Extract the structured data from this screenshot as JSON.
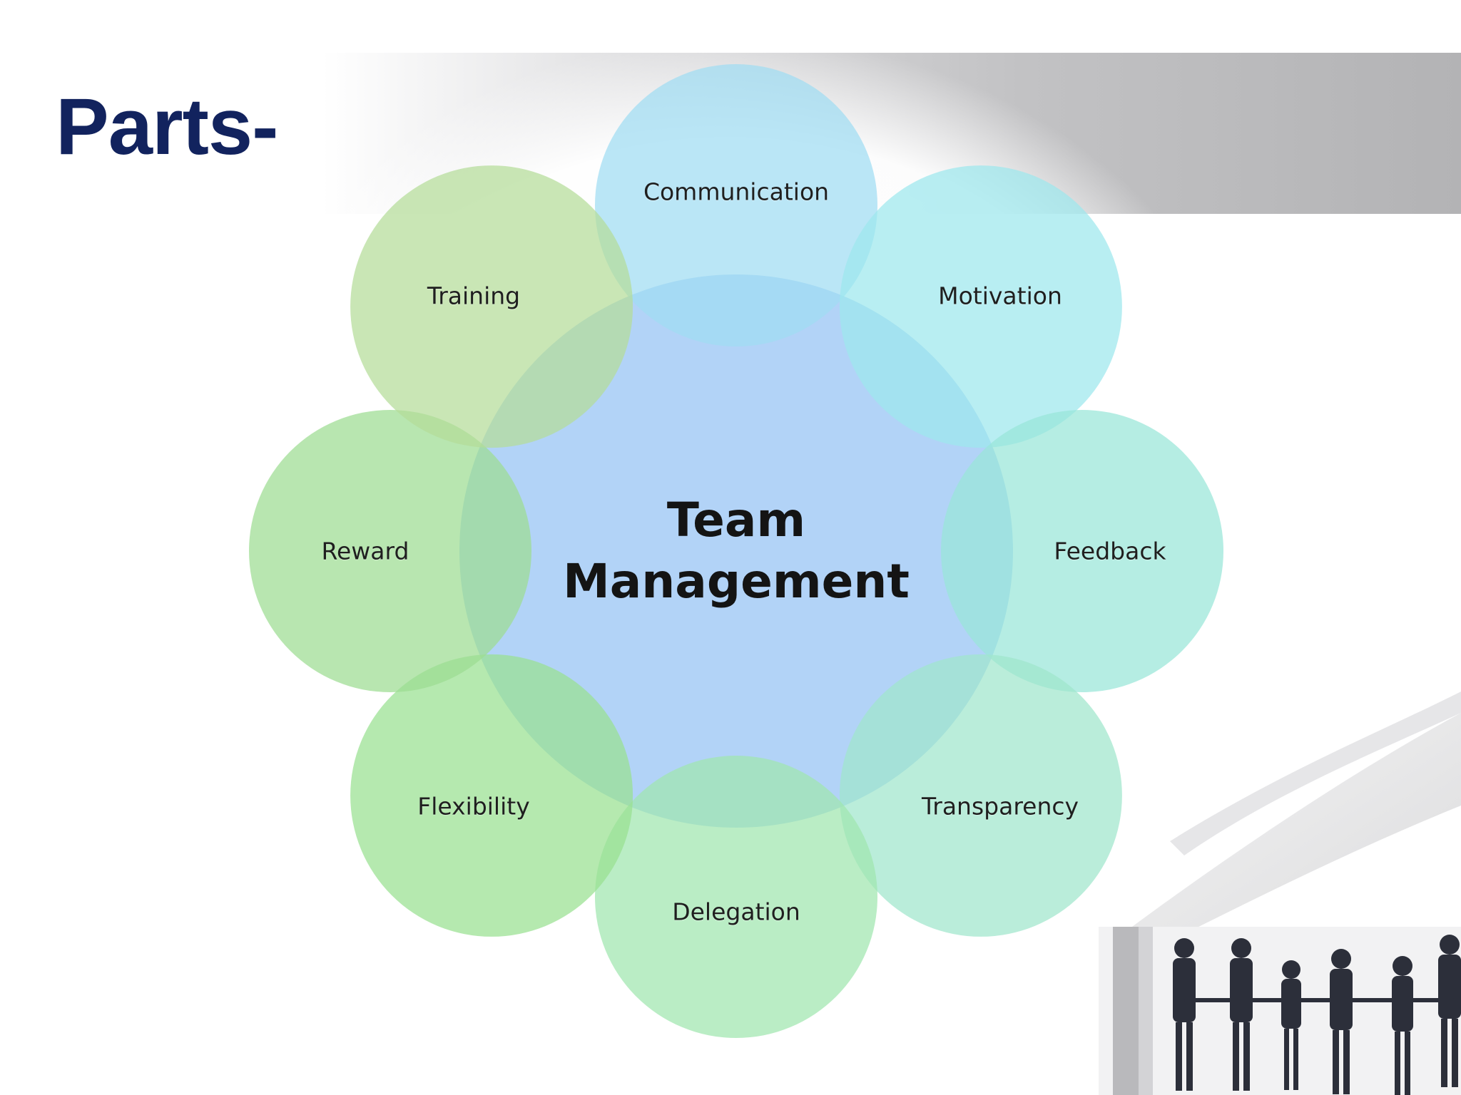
{
  "slide": {
    "title": "Parts-"
  },
  "diagram": {
    "center": {
      "line1": "Team",
      "line2": "Management",
      "color": "#9cc6f5"
    },
    "nodes": [
      {
        "label": "Communication",
        "color": "#9fdcf2"
      },
      {
        "label": "Motivation",
        "color": "#9ce7ed"
      },
      {
        "label": "Feedback",
        "color": "#98e6d8"
      },
      {
        "label": "Transparency",
        "color": "#9fe6cc"
      },
      {
        "label": "Delegation",
        "color": "#9fe6ae"
      },
      {
        "label": "Flexibility",
        "color": "#98e090"
      },
      {
        "label": "Reward",
        "color": "#9ddc92"
      },
      {
        "label": "Training",
        "color": "#b4dd98"
      }
    ]
  },
  "colors": {
    "title": "#12235e",
    "header_band": "#bdbdbf"
  },
  "decor": {
    "people_photo": "people-holding-hands-photo"
  }
}
